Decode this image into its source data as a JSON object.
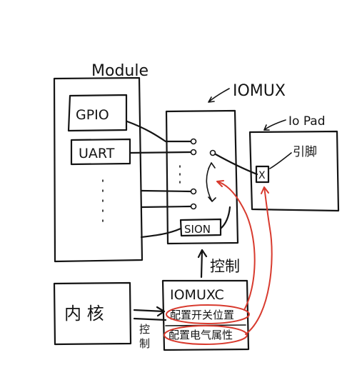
{
  "labels": {
    "module": "Module",
    "gpio": "GPIO",
    "uart": "UART",
    "iomux": "IOMUX",
    "iopad": "Io Pad",
    "pin": "引脚",
    "sion": "SION",
    "control_top": "控制",
    "core": "内 核",
    "iomuxc": "IOMUXC",
    "switch_config": "配置开关位置",
    "electrical_config": "配置电气属性",
    "control_side_1": "控",
    "control_side_2": "制",
    "pad_x": "X"
  },
  "colors": {
    "ink": "#141414",
    "highlight": "#d83a2e",
    "background": "#ffffff"
  }
}
